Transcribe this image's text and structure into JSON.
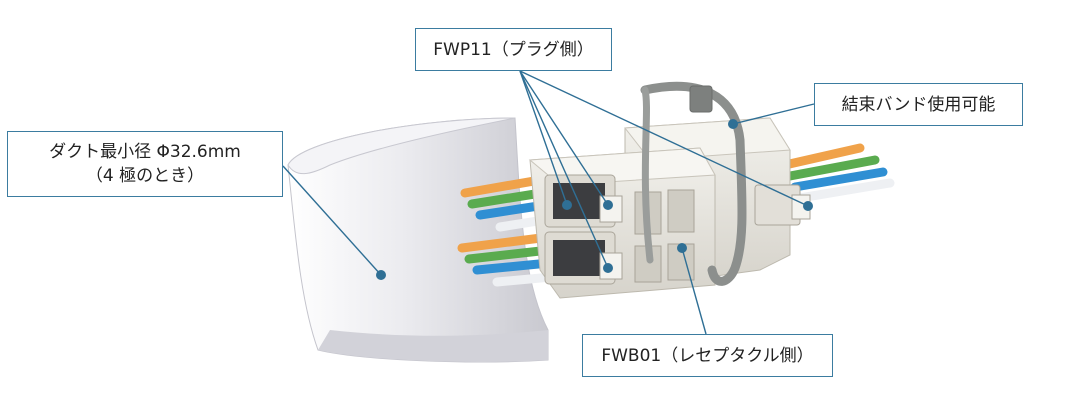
{
  "callouts": {
    "duct": {
      "line1": "ダクト最小径 Φ32.6mm",
      "line2": "（4 極のとき）"
    },
    "plug": "FWP11（プラグ側）",
    "cable_tie": "結束バンド使用可能",
    "receptacle": "FWB01（レセプタクル側）"
  },
  "colors": {
    "callout_border": "#3b7ca0",
    "leader_line": "#2f6f95",
    "duct": "#e3e3e8",
    "connector_body": "#e6e4de",
    "cable_tie": "#8c8f8d",
    "wire_orange": "#f0a24a",
    "wire_green": "#5aab4f",
    "wire_blue": "#2f8fd3",
    "wire_white": "#eef0f3"
  }
}
